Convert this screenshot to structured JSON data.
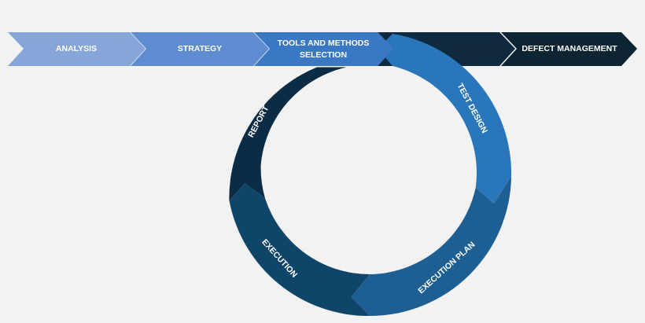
{
  "top_steps": [
    {
      "label_lines": [
        "ANALYSIS"
      ],
      "color": "#86a6da"
    },
    {
      "label_lines": [
        "STRATEGY"
      ],
      "color": "#5d8dd0"
    },
    {
      "label_lines": [
        "TOOLS AND METHODS",
        "SELECTION"
      ],
      "color": "#3b78c4"
    },
    {
      "label_lines": [
        ""
      ],
      "color": "#0f2a3f"
    },
    {
      "label_lines": [
        "DEFECT MANAGEMENT"
      ],
      "color": "#0d2432"
    }
  ],
  "cycle_steps": [
    {
      "label": "TEST DESIGN",
      "color": "#2a76bb"
    },
    {
      "label": "EXECUTION PLAN",
      "color": "#1e5f93"
    },
    {
      "label": "EXECUTION",
      "color": "#10456a"
    },
    {
      "label": "REPORT",
      "color": "#0b2c44"
    }
  ],
  "background": "#f2f2f2"
}
